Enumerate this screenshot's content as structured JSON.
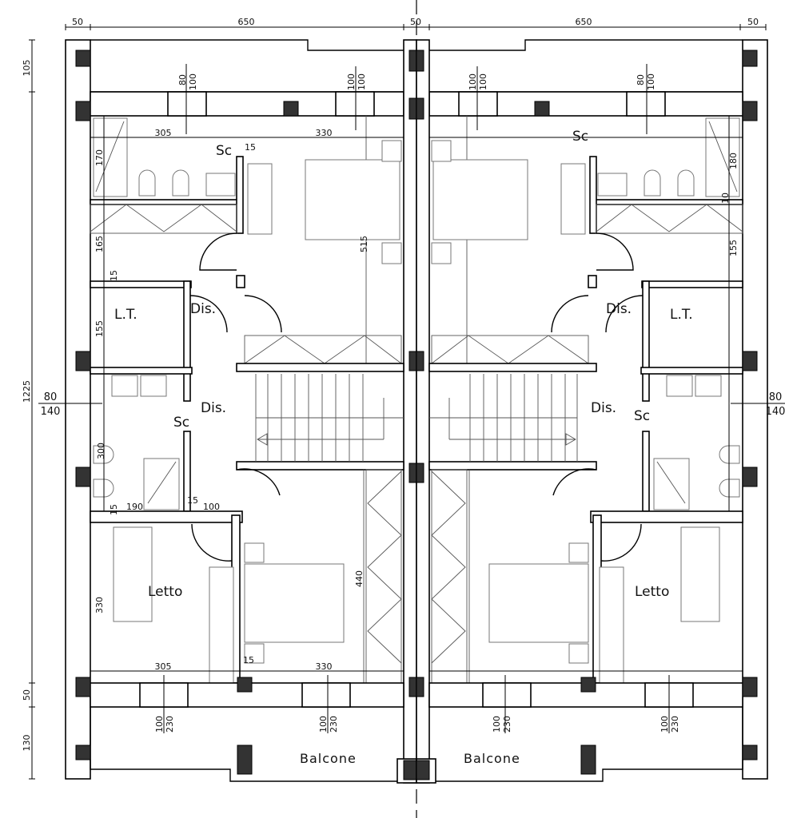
{
  "dimensions": {
    "top": [
      "50",
      "650",
      "50",
      "650",
      "50"
    ],
    "left": [
      "105",
      "1225",
      "50",
      "130"
    ]
  },
  "windows": {
    "top": [
      {
        "a": "80",
        "b": "100"
      },
      {
        "a": "100",
        "b": "100"
      },
      {
        "a": "100",
        "b": "100"
      },
      {
        "a": "80",
        "b": "100"
      }
    ],
    "bottom": [
      {
        "a": "100",
        "b": "230"
      },
      {
        "a": "100",
        "b": "230"
      },
      {
        "a": "100",
        "b": "230"
      },
      {
        "a": "100",
        "b": "230"
      }
    ],
    "side_left": {
      "a": "80",
      "b": "140"
    },
    "side_right": {
      "a": "80",
      "b": "140"
    }
  },
  "left_unit": {
    "rooms": {
      "bath_top": "Sc",
      "closet": "L.T.",
      "hall_upper": "Dis.",
      "hall_lower": "Dis.",
      "bath_mid": "Sc",
      "bedroom": "Letto",
      "balcony": "Balcone"
    },
    "dims": {
      "top_305": "305",
      "top_330": "330",
      "top_15": "15",
      "v170": "170",
      "v165": "165",
      "v15a": "15",
      "v515": "515",
      "v155": "155",
      "v300": "300",
      "h190": "190",
      "h15": "15",
      "h100": "100",
      "v15b": "15",
      "v330": "330",
      "v440": "440",
      "bot_305": "305",
      "bot_15": "15",
      "bot_330": "330"
    }
  },
  "right_unit": {
    "rooms": {
      "bath_top": "Sc",
      "hall_upper": "Dis.",
      "closet": "L.T.",
      "hall_lower": "Dis.",
      "bath_mid": "Sc",
      "bedroom": "Letto",
      "balcony": "Balcone"
    },
    "dims": {
      "v180": "180",
      "v10": "10",
      "v155": "155"
    }
  }
}
